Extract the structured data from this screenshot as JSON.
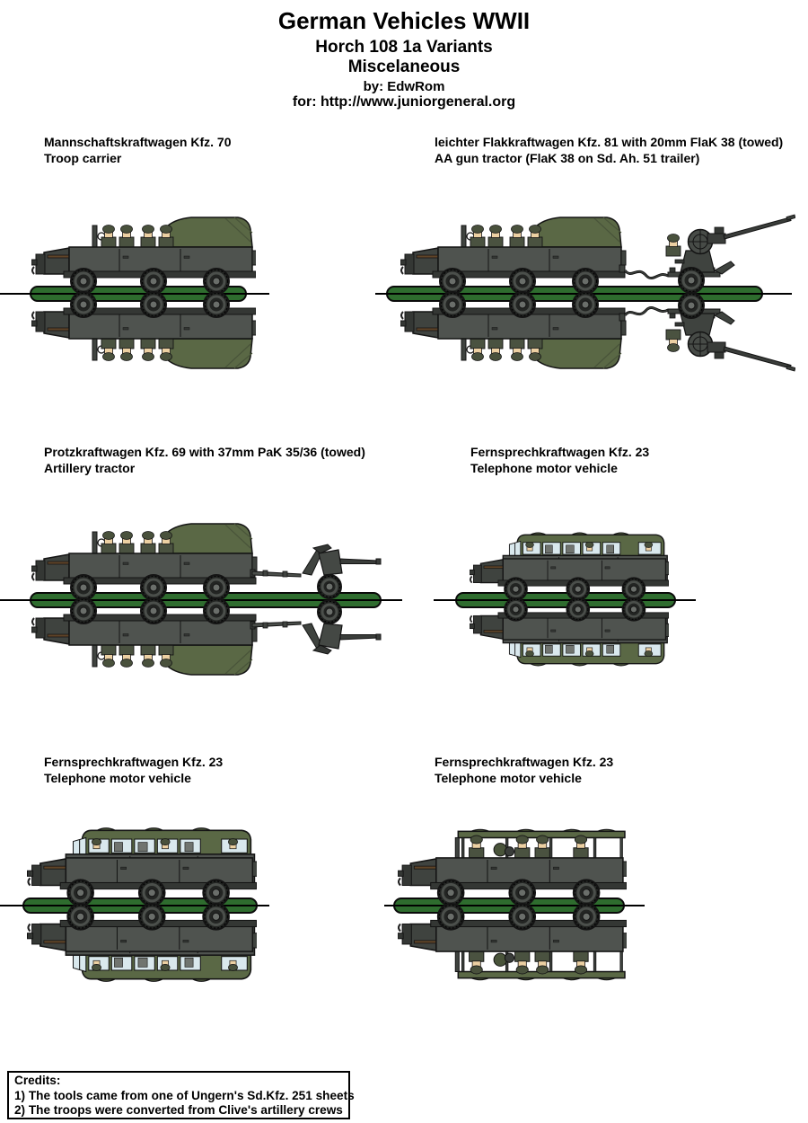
{
  "header": {
    "title": "German Vehicles WWII",
    "subtitle": "Horch 108 1a Variants",
    "category": "Miscelaneous",
    "byline": "by: EdwRom",
    "site_line": "for: http://www.juniorgeneral.org"
  },
  "panels": [
    {
      "name": "Mannschaftskraftwagen Kfz. 70",
      "desc": "Troop carrier",
      "variant": "open",
      "tow": "none"
    },
    {
      "name": "leichter Flakkraftwagen Kfz. 81 with 20mm FlaK 38 (towed)",
      "desc": "AA gun tractor (FlaK 38 on Sd. Ah. 51 trailer)",
      "variant": "open",
      "tow": "flak"
    },
    {
      "name": "Protzkraftwagen Kfz. 69 with 37mm PaK 35/36 (towed)",
      "desc": "Artillery tractor",
      "variant": "open",
      "tow": "pak"
    },
    {
      "name": "Fernsprechkraftwagen Kfz. 23",
      "desc": "Telephone motor vehicle",
      "variant": "van",
      "tow": "none"
    },
    {
      "name": "Fernsprechkraftwagen Kfz. 23",
      "desc": "Telephone motor vehicle",
      "variant": "van",
      "tow": "none"
    },
    {
      "name": "Fernsprechkraftwagen Kfz. 23",
      "desc": "Telephone motor vehicle",
      "variant": "openflat",
      "tow": "none"
    }
  ],
  "credits": {
    "heading": "Credits:",
    "lines": [
      "1) The tools came from one of Ungern's Sd.Kfz. 251 sheets",
      "2) The troops were converted from Clive's artillery crews"
    ]
  },
  "colors": {
    "outline": "#141414",
    "body": "#4f534f",
    "body_dark": "#3f433f",
    "body_darker": "#343734",
    "tire": "#232523",
    "rim": "#4b4f4b",
    "hub": "#6a6e6a",
    "canvas": "#5a6845",
    "canvas_dark": "#49543a",
    "window": "#d9e8ed",
    "silhouette": "#70746f",
    "skin": "#ecd0a2",
    "helmet": "#49513c",
    "uniform": "#4a5240",
    "gun_metal": "#3a3d3a",
    "tool_wood": "#5f4428",
    "base_green": "#2e6c2e",
    "fold_line": "#000000",
    "page_bg": "#ffffff",
    "text": "#000000"
  }
}
